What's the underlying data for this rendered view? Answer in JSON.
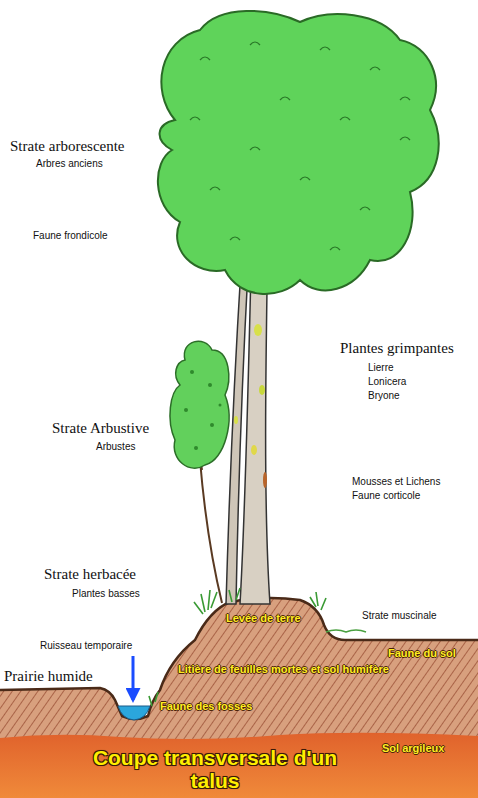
{
  "diagram": {
    "title": "Coupe transversale d'un talus",
    "labels": [
      "Strate arborescente",
      "Arbres anciens",
      "Faune frondicole",
      "Plantes grimpantes",
      "Lierre",
      "Lonicera",
      "Bryone",
      "Strate Arbustive",
      "Arbustes",
      "Mousses et Lichens",
      "Faune corticole",
      "Strate herbacée",
      "Plantes basses",
      "Levée de terre",
      "Strate muscinale",
      "Faune du sol",
      "Ruisseau temporaire",
      "Litière de feuilles mortes et sol humifère",
      "Prairie humide",
      "Faune des fosses",
      "Sol argileux"
    ]
  }
}
